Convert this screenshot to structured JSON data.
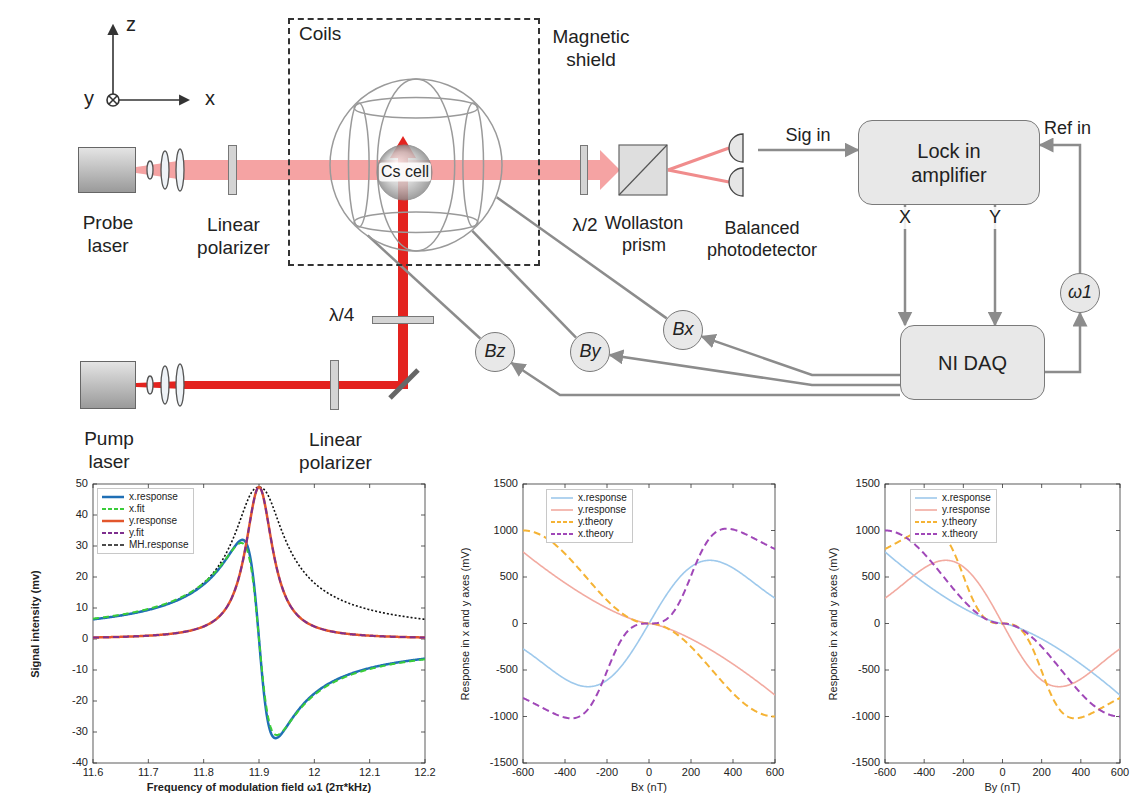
{
  "diagram": {
    "nodes": [
      {
        "text": [
          "Probe laser"
        ]
      },
      {
        "text": [
          "Linear polarizer"
        ]
      },
      {
        "text": [
          "Magnetic shield"
        ]
      },
      {
        "text": [
          "Coils"
        ],
        "in": 2
      },
      {
        "text": [
          "Cs cell"
        ],
        "in": 3
      },
      {
        "text": [
          "λ/2"
        ]
      },
      {
        "text": [
          "Wollaston prism"
        ]
      },
      {
        "text": [
          "Balanced photodetector"
        ]
      },
      {
        "text": [
          "Lock in amplifier"
        ]
      },
      {
        "text": [
          "Pump laser"
        ]
      },
      {
        "text": [
          "Linear polarizer"
        ]
      },
      {
        "text": [
          "λ/4"
        ]
      },
      {
        "text": [
          "Bz"
        ]
      },
      {
        "text": [
          "By"
        ]
      },
      {
        "text": [
          "Bx"
        ]
      },
      {
        "text": [
          "NI DAQ"
        ]
      },
      {
        "text": [
          "ω1"
        ]
      }
    ],
    "edges": [
      {
        "from": 7,
        "to": 8,
        "label": "Sig in",
        "arrow": "to"
      },
      {
        "from": 16,
        "to": 8,
        "label": "Ref in",
        "arrow": "to"
      },
      {
        "from": 8,
        "to": 15,
        "label": "X",
        "arrow": "to"
      },
      {
        "from": 8,
        "to": 15,
        "label": "Y",
        "arrow": "to"
      },
      {
        "from": 15,
        "to": 16,
        "arrow": "to"
      },
      {
        "from": 15,
        "to": 12,
        "arrow": "to"
      },
      {
        "from": 15,
        "to": 13,
        "arrow": "to"
      },
      {
        "from": 15,
        "to": 14,
        "arrow": "to"
      },
      {
        "from": 12,
        "to": 3,
        "arrow": "none"
      },
      {
        "from": 13,
        "to": 3,
        "arrow": "none"
      },
      {
        "from": 14,
        "to": 3,
        "arrow": "none"
      }
    ],
    "labels": [
      "z",
      "y",
      "x",
      "Signal intensity (mv)",
      "50",
      "40",
      "30",
      "20",
      "10",
      "0",
      "-10",
      "-20",
      "-30",
      "-40",
      "11.6",
      "11.7",
      "11.8",
      "11.9",
      "12",
      "12.1",
      "12.2",
      "Frequency of modulation field ω1 (2π*kHz)",
      "Response in x and y axes (mV)",
      "1500",
      "1000",
      "500",
      "0",
      "-500",
      "-1000",
      "-1500",
      "-600",
      "-400",
      "-200",
      "0",
      "200",
      "400",
      "600",
      "Bx (nT)",
      "Response in x and y axes (mV)",
      "1500",
      "1000",
      "500",
      "0",
      "-500",
      "-1000",
      "-1500",
      "-600",
      "-400",
      "-200",
      "0",
      "200",
      "400",
      "600",
      "By (nT)"
    ],
    "legend": [
      {
        "text": "x.response"
      },
      {
        "text": "x.fit"
      },
      {
        "text": "y.response"
      },
      {
        "text": "y.fit"
      },
      {
        "text": "MH.response"
      },
      {
        "text": "x.response"
      },
      {
        "text": "y.response"
      },
      {
        "text": "y.theory"
      },
      {
        "text": "x.theory"
      },
      {
        "text": "x.response"
      },
      {
        "text": "y.response"
      },
      {
        "text": "y.theory"
      },
      {
        "text": "x.theory"
      }
    ]
  }
}
